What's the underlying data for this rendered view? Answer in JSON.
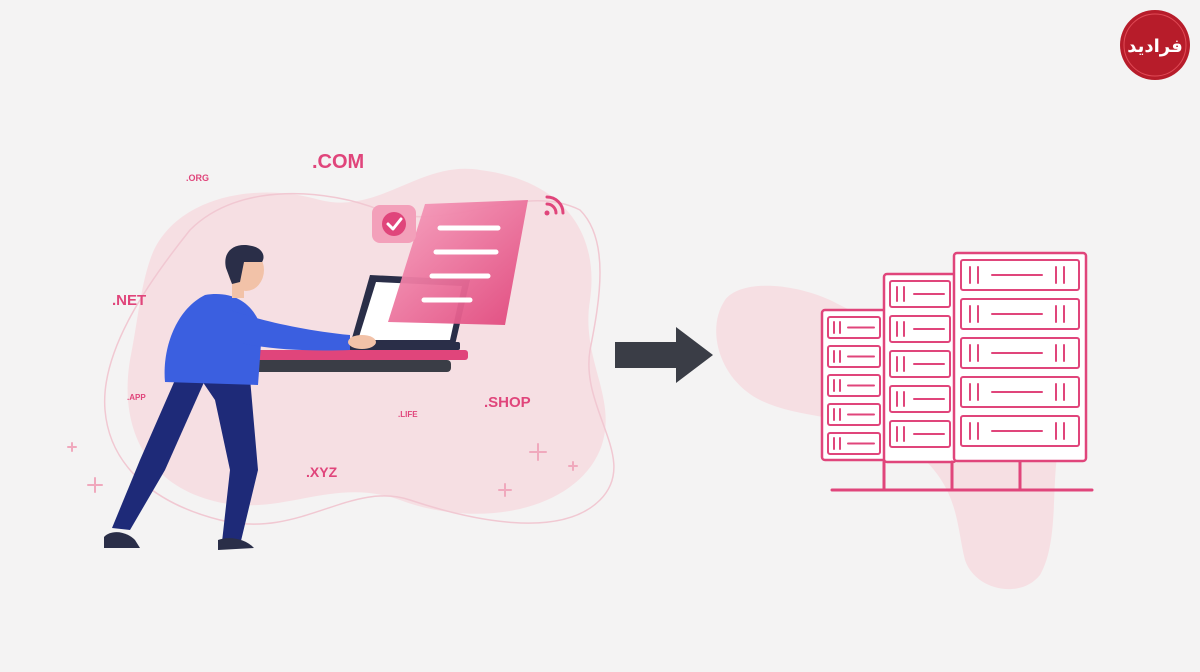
{
  "logo": {
    "text": "فرادید",
    "color": "#b71c2a"
  },
  "domains": {
    "com": ".COM",
    "org": ".ORG",
    "net": ".NET",
    "app": ".APP",
    "life": ".LIFE",
    "shop": ".SHOP",
    "xyz": ".XYZ"
  },
  "colors": {
    "accent": "#e0457b",
    "blob": "#f6dfe3",
    "arrow": "#3a3d46",
    "shirt": "#3b5fe0",
    "pants": "#1e2a78"
  },
  "icons": {
    "check": "check-badge-icon",
    "wifi": "wifi-signal-icon",
    "arrow": "arrow-right-icon",
    "servers": "server-rack-icon",
    "sparkles": "sparkle-icon"
  }
}
